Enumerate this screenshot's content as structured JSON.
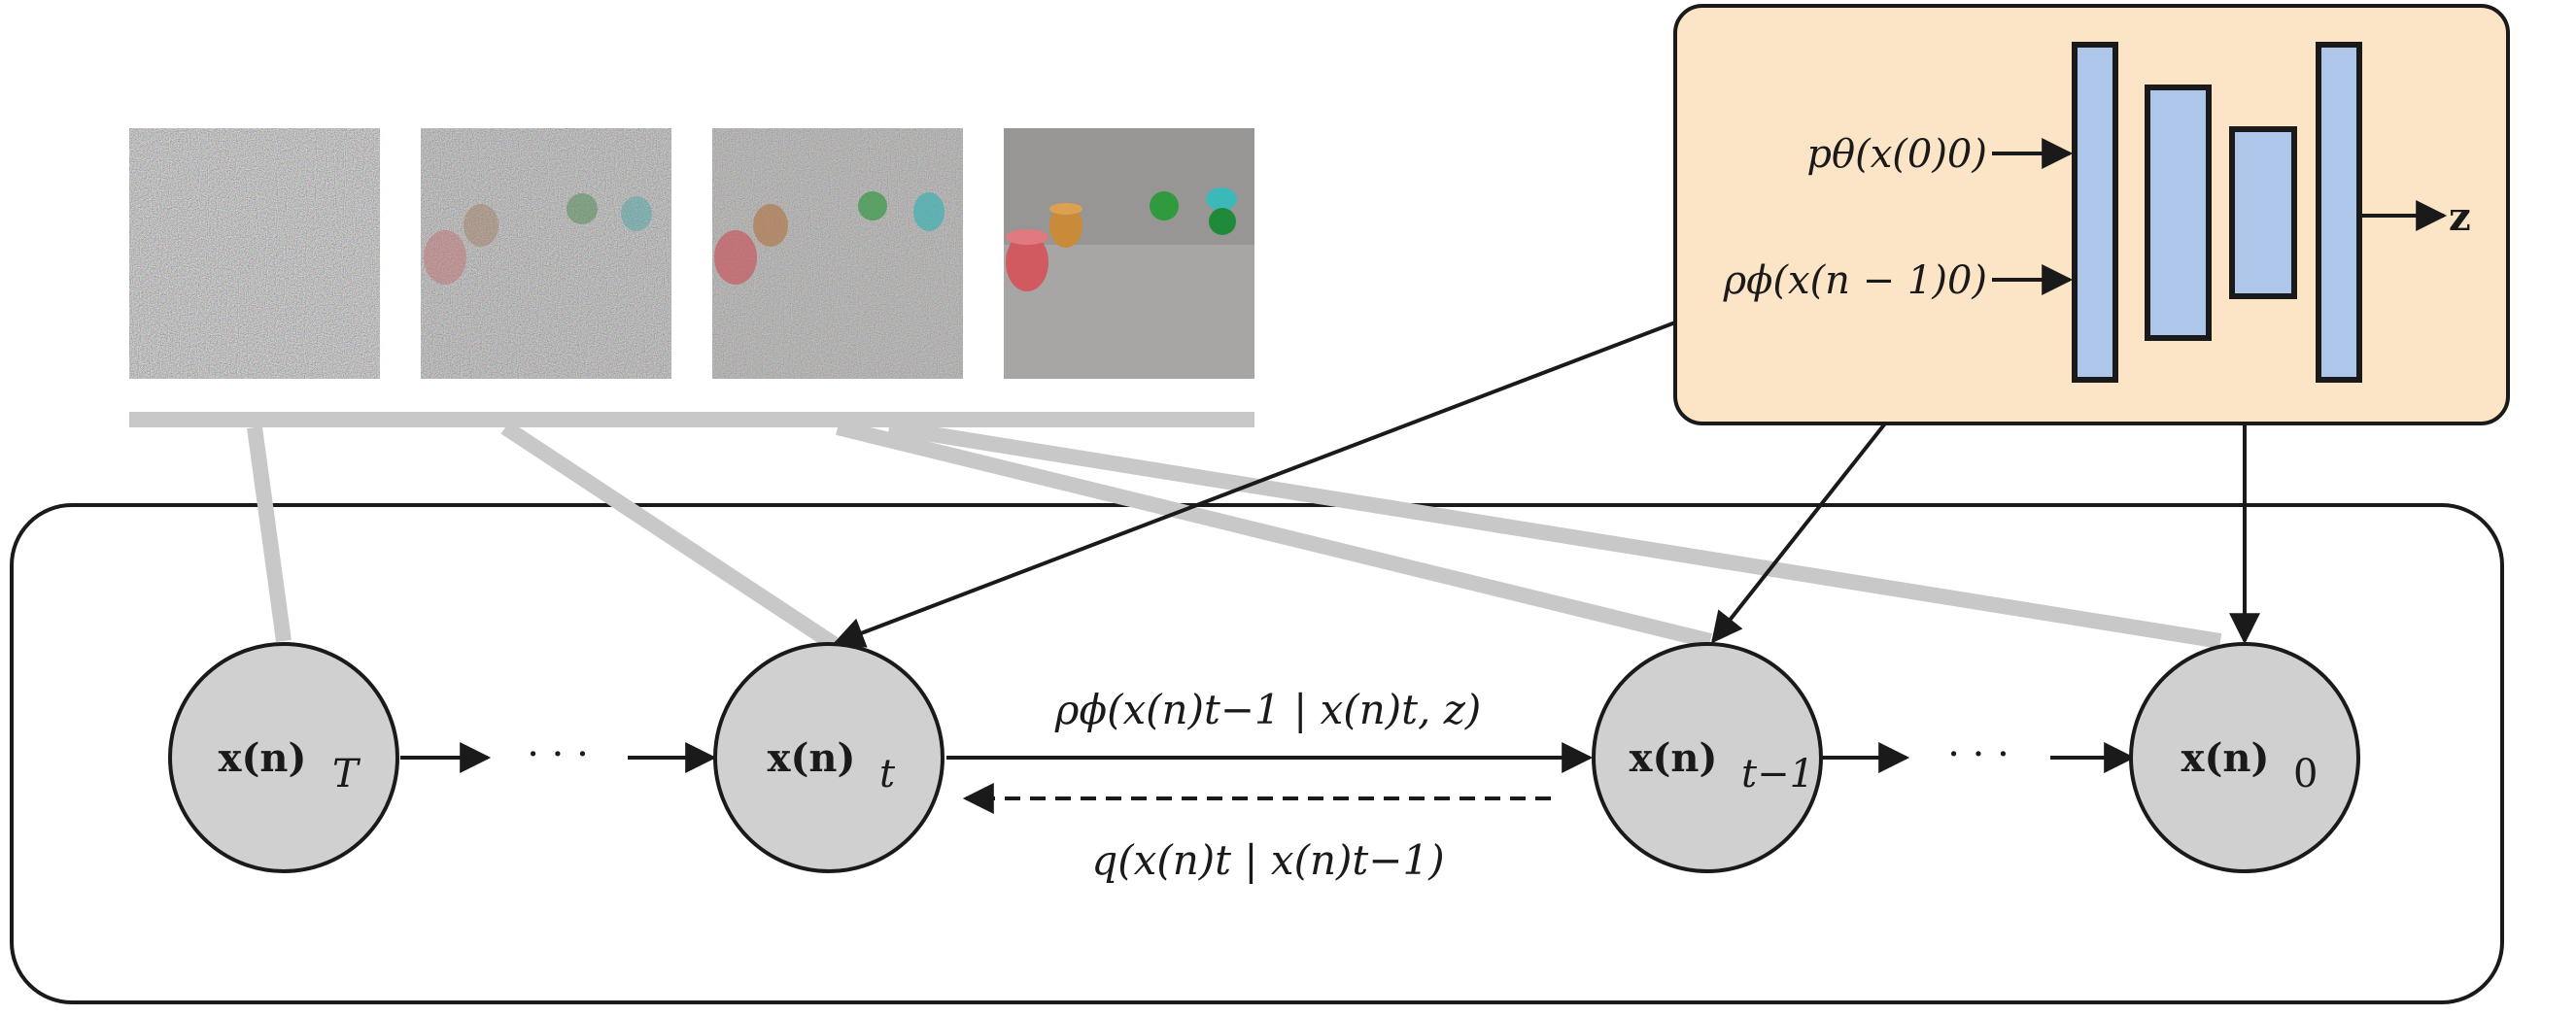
{
  "nodes": [
    {
      "id": "xT",
      "base": "x(n)",
      "sub": "T"
    },
    {
      "id": "xt",
      "base": "x(n)",
      "sub": "t"
    },
    {
      "id": "xtm1",
      "base": "x(n)",
      "sub": "t−1"
    },
    {
      "id": "x0",
      "base": "x(n)",
      "sub": "0"
    }
  ],
  "ellipsis": "· · ·",
  "edges": {
    "forward_label": "ρϕ(x(n)t−1 | x(n)t, z)",
    "backward_label": "q(x(n)t | x(n)t−1)"
  },
  "network": {
    "input_top": "pθ(x(0)0)",
    "input_bottom": "ρϕ(x(n − 1)0)",
    "output": "z"
  },
  "images": [
    {
      "name": "noise-level-full",
      "noise": 1.0
    },
    {
      "name": "noise-level-high",
      "noise": 0.7
    },
    {
      "name": "noise-level-mid",
      "noise": 0.45
    },
    {
      "name": "noise-level-clean",
      "noise": 0.0
    }
  ],
  "colors": {
    "node_fill": "#d0d0d0",
    "network_bg": "#fce4c6",
    "layer_fill": "#aec6ea",
    "connector": "#c8c8c8",
    "stroke": "#1a1a1a"
  }
}
